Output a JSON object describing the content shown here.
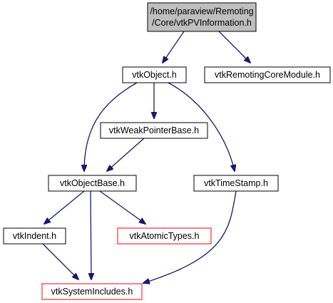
{
  "graph": {
    "nodes": [
      {
        "id": "root",
        "lines": [
          "/home/paraview/Remoting",
          "/Core/vtkPVInformation.h"
        ],
        "fill": "#bfbfbf",
        "stroke": "#000000",
        "text_color": "#000000"
      },
      {
        "id": "vtkObject",
        "lines": [
          "vtkObject.h"
        ],
        "fill": "#ffffff",
        "stroke": "#000000",
        "text_color": "#000000"
      },
      {
        "id": "vtkRemotingCoreModule",
        "lines": [
          "vtkRemotingCoreModule.h"
        ],
        "fill": "#ffffff",
        "stroke": "#000000",
        "text_color": "#000000"
      },
      {
        "id": "vtkWeakPointerBase",
        "lines": [
          "vtkWeakPointerBase.h"
        ],
        "fill": "#ffffff",
        "stroke": "#000000",
        "text_color": "#000000"
      },
      {
        "id": "vtkObjectBase",
        "lines": [
          "vtkObjectBase.h"
        ],
        "fill": "#ffffff",
        "stroke": "#000000",
        "text_color": "#000000"
      },
      {
        "id": "vtkTimeStamp",
        "lines": [
          "vtkTimeStamp.h"
        ],
        "fill": "#ffffff",
        "stroke": "#000000",
        "text_color": "#000000"
      },
      {
        "id": "vtkIndent",
        "lines": [
          "vtkIndent.h"
        ],
        "fill": "#ffffff",
        "stroke": "#000000",
        "text_color": "#000000"
      },
      {
        "id": "vtkAtomicTypes",
        "lines": [
          "vtkAtomicTypes.h"
        ],
        "fill": "#ffffff",
        "stroke": "#ff0000",
        "text_color": "#ff0000"
      },
      {
        "id": "vtkSystemIncludes",
        "lines": [
          "vtkSystemIncludes.h"
        ],
        "fill": "#ffffff",
        "stroke": "#ff0000",
        "text_color": "#ff0000"
      }
    ],
    "edges": [
      {
        "from": "root",
        "to": "vtkObject"
      },
      {
        "from": "root",
        "to": "vtkRemotingCoreModule"
      },
      {
        "from": "vtkObject",
        "to": "vtkWeakPointerBase"
      },
      {
        "from": "vtkObject",
        "to": "vtkObjectBase"
      },
      {
        "from": "vtkObject",
        "to": "vtkTimeStamp"
      },
      {
        "from": "vtkWeakPointerBase",
        "to": "vtkObjectBase"
      },
      {
        "from": "vtkObjectBase",
        "to": "vtkIndent"
      },
      {
        "from": "vtkObjectBase",
        "to": "vtkAtomicTypes"
      },
      {
        "from": "vtkObjectBase",
        "to": "vtkSystemIncludes"
      },
      {
        "from": "vtkIndent",
        "to": "vtkSystemIncludes"
      },
      {
        "from": "vtkTimeStamp",
        "to": "vtkSystemIncludes"
      }
    ],
    "edge_color": "#191970"
  }
}
